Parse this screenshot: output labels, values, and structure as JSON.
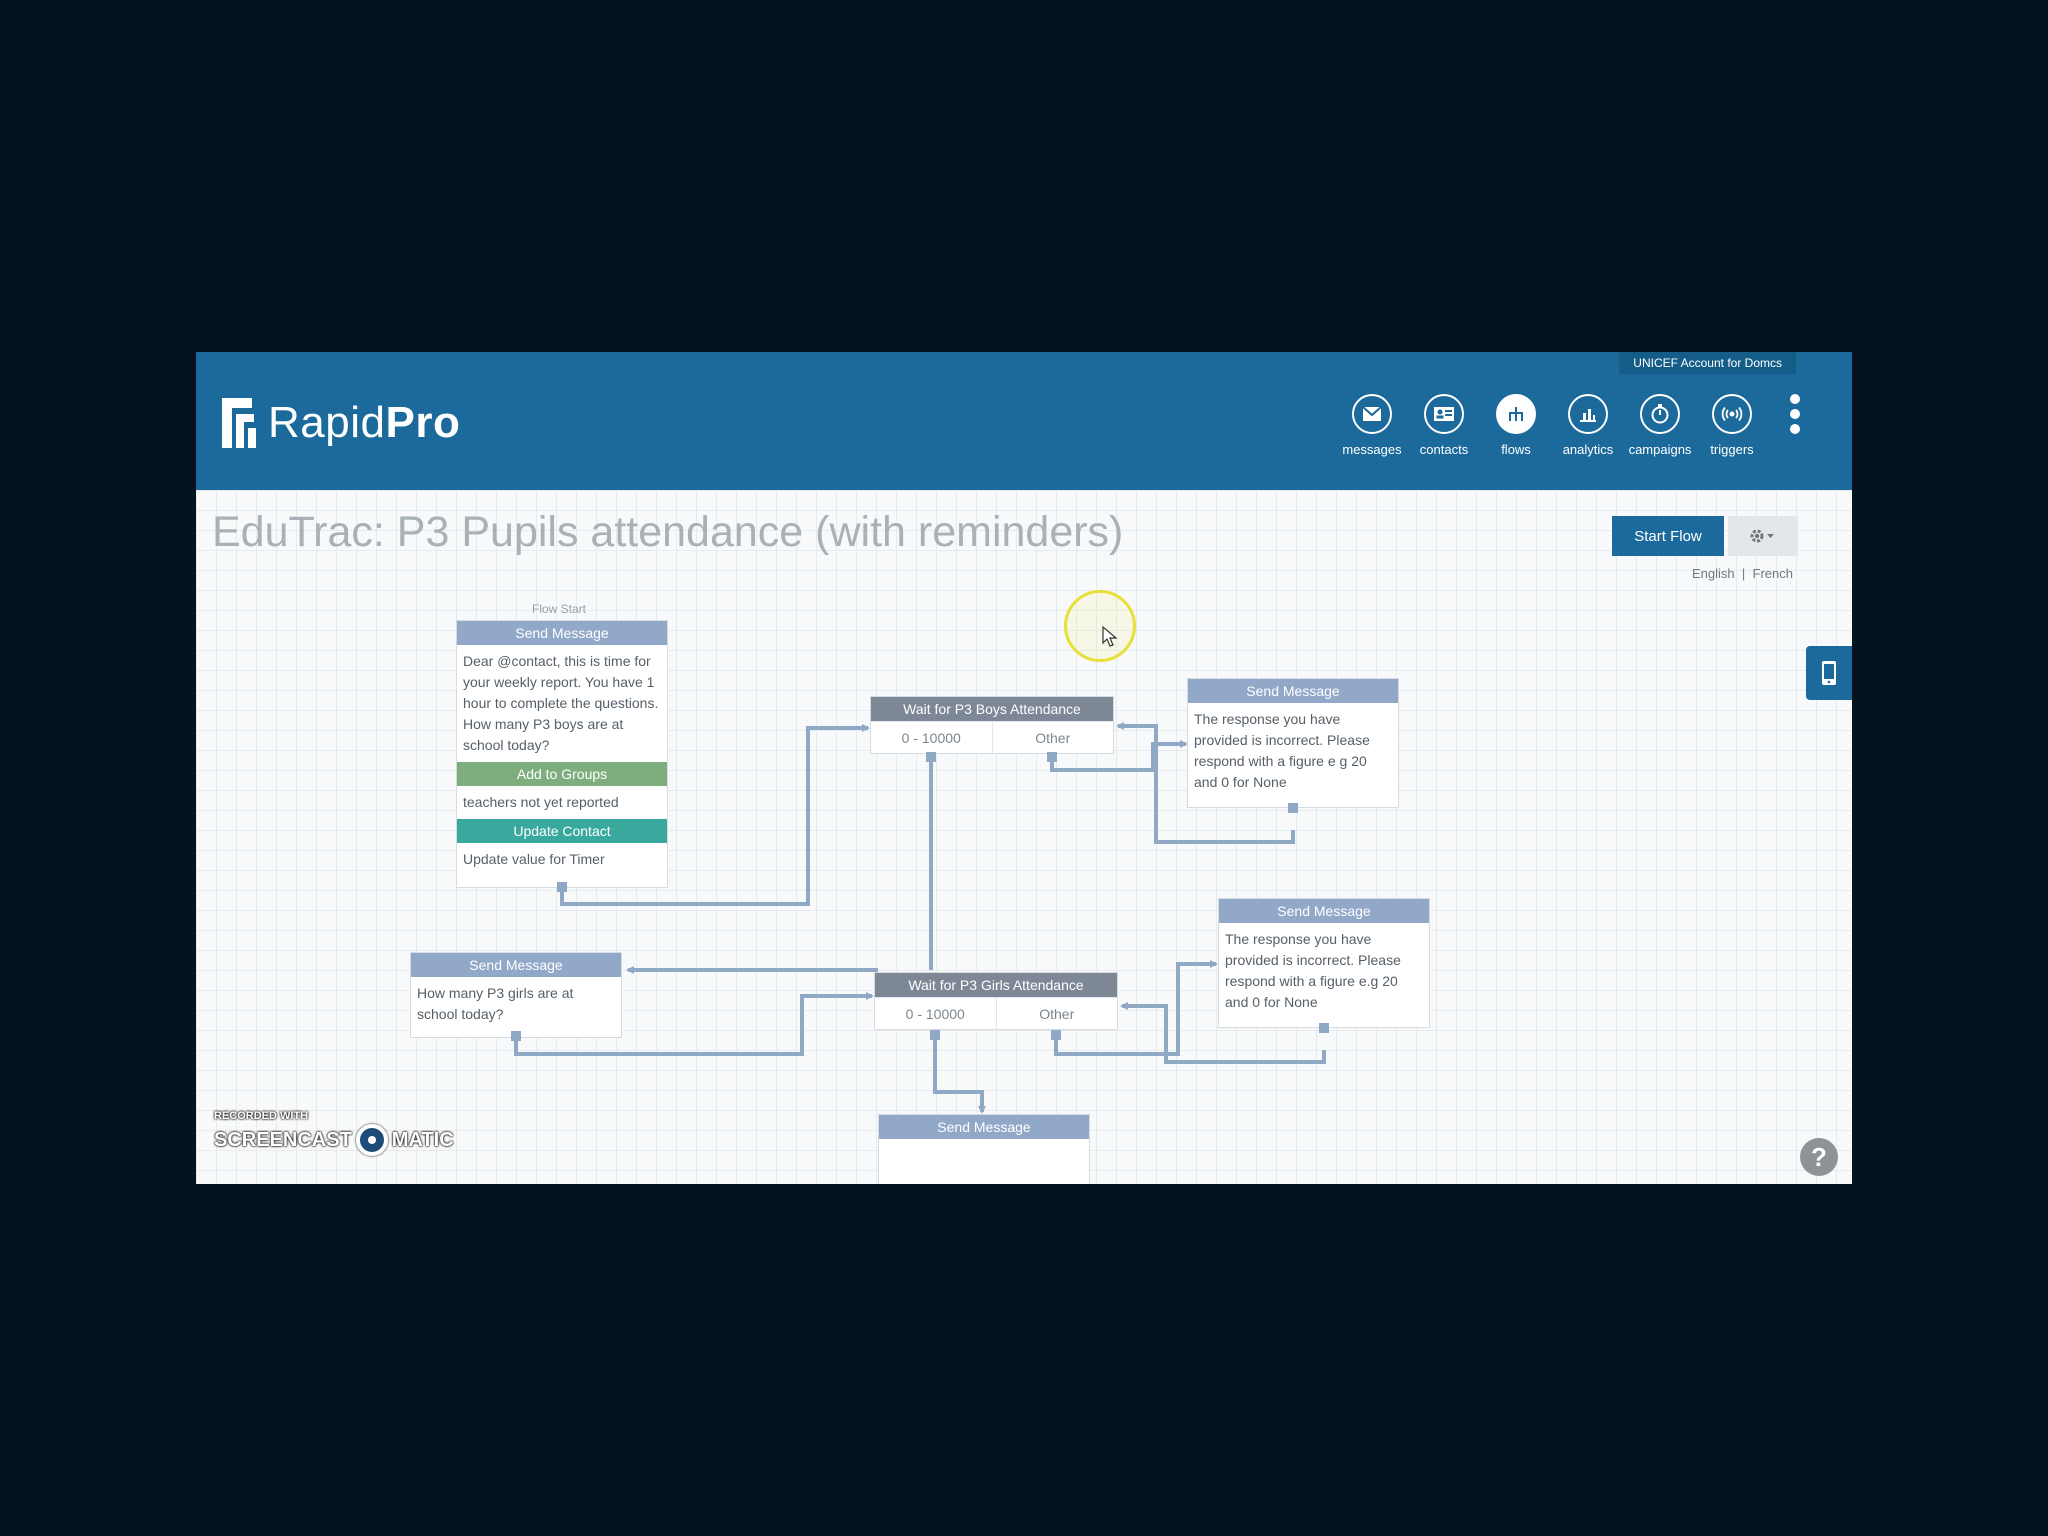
{
  "org_badge": "UNICEF Account for Domcs",
  "brand": {
    "light": "Rapid",
    "bold": "Pro"
  },
  "nav": [
    {
      "label": "messages",
      "icon": "envelope-icon"
    },
    {
      "label": "contacts",
      "icon": "contact-card-icon"
    },
    {
      "label": "flows",
      "icon": "flow-icon",
      "active": true
    },
    {
      "label": "analytics",
      "icon": "bar-chart-icon"
    },
    {
      "label": "campaigns",
      "icon": "stopwatch-icon"
    },
    {
      "label": "triggers",
      "icon": "broadcast-icon"
    }
  ],
  "page": {
    "title": "EduTrac: P3 Pupils attendance (with reminders)",
    "start_flow_label": "Start Flow",
    "languages": [
      "English",
      "French"
    ],
    "lang_separator": "|"
  },
  "flow": {
    "start_label": "Flow Start",
    "start_node": {
      "send_header": "Send Message",
      "send_text": "Dear @contact, this is time for your weekly report. You have 1 hour to complete the questions. How many P3 boys are at school today?",
      "groups_header": "Add to Groups",
      "groups_text": "teachers not yet reported",
      "update_header": "Update Contact",
      "update_text": "Update value for Timer"
    },
    "wait_boys": {
      "header": "Wait for P3 Boys Attendance",
      "cat1": "0 - 10000",
      "cat2": "Other"
    },
    "msg_incorrect_1": {
      "header": "Send Message",
      "text": "The response you have provided is incorrect. Please respond with a figure e g 20 and 0 for None"
    },
    "msg_girls": {
      "header": "Send Message",
      "text": "How many P3 girls are at school today?"
    },
    "wait_girls": {
      "header": "Wait for P3 Girls Attendance",
      "cat1": "0 - 10000",
      "cat2": "Other"
    },
    "msg_incorrect_2": {
      "header": "Send Message",
      "text": "The response you have provided is incorrect. Please respond with a figure e.g 20 and 0 for None"
    },
    "msg_bottom": {
      "header": "Send Message"
    }
  },
  "watermark": {
    "top": "RECORDED WITH",
    "left": "SCREENCAST",
    "right": "MATIC"
  },
  "help_label": "?",
  "colors": {
    "header": "#1b6a9b",
    "wire": "#8ea8c6",
    "send_header": "#91a8c9",
    "wait_header": "#7d8796",
    "groups_header": "#7eae7e",
    "update_header": "#39a89d"
  }
}
